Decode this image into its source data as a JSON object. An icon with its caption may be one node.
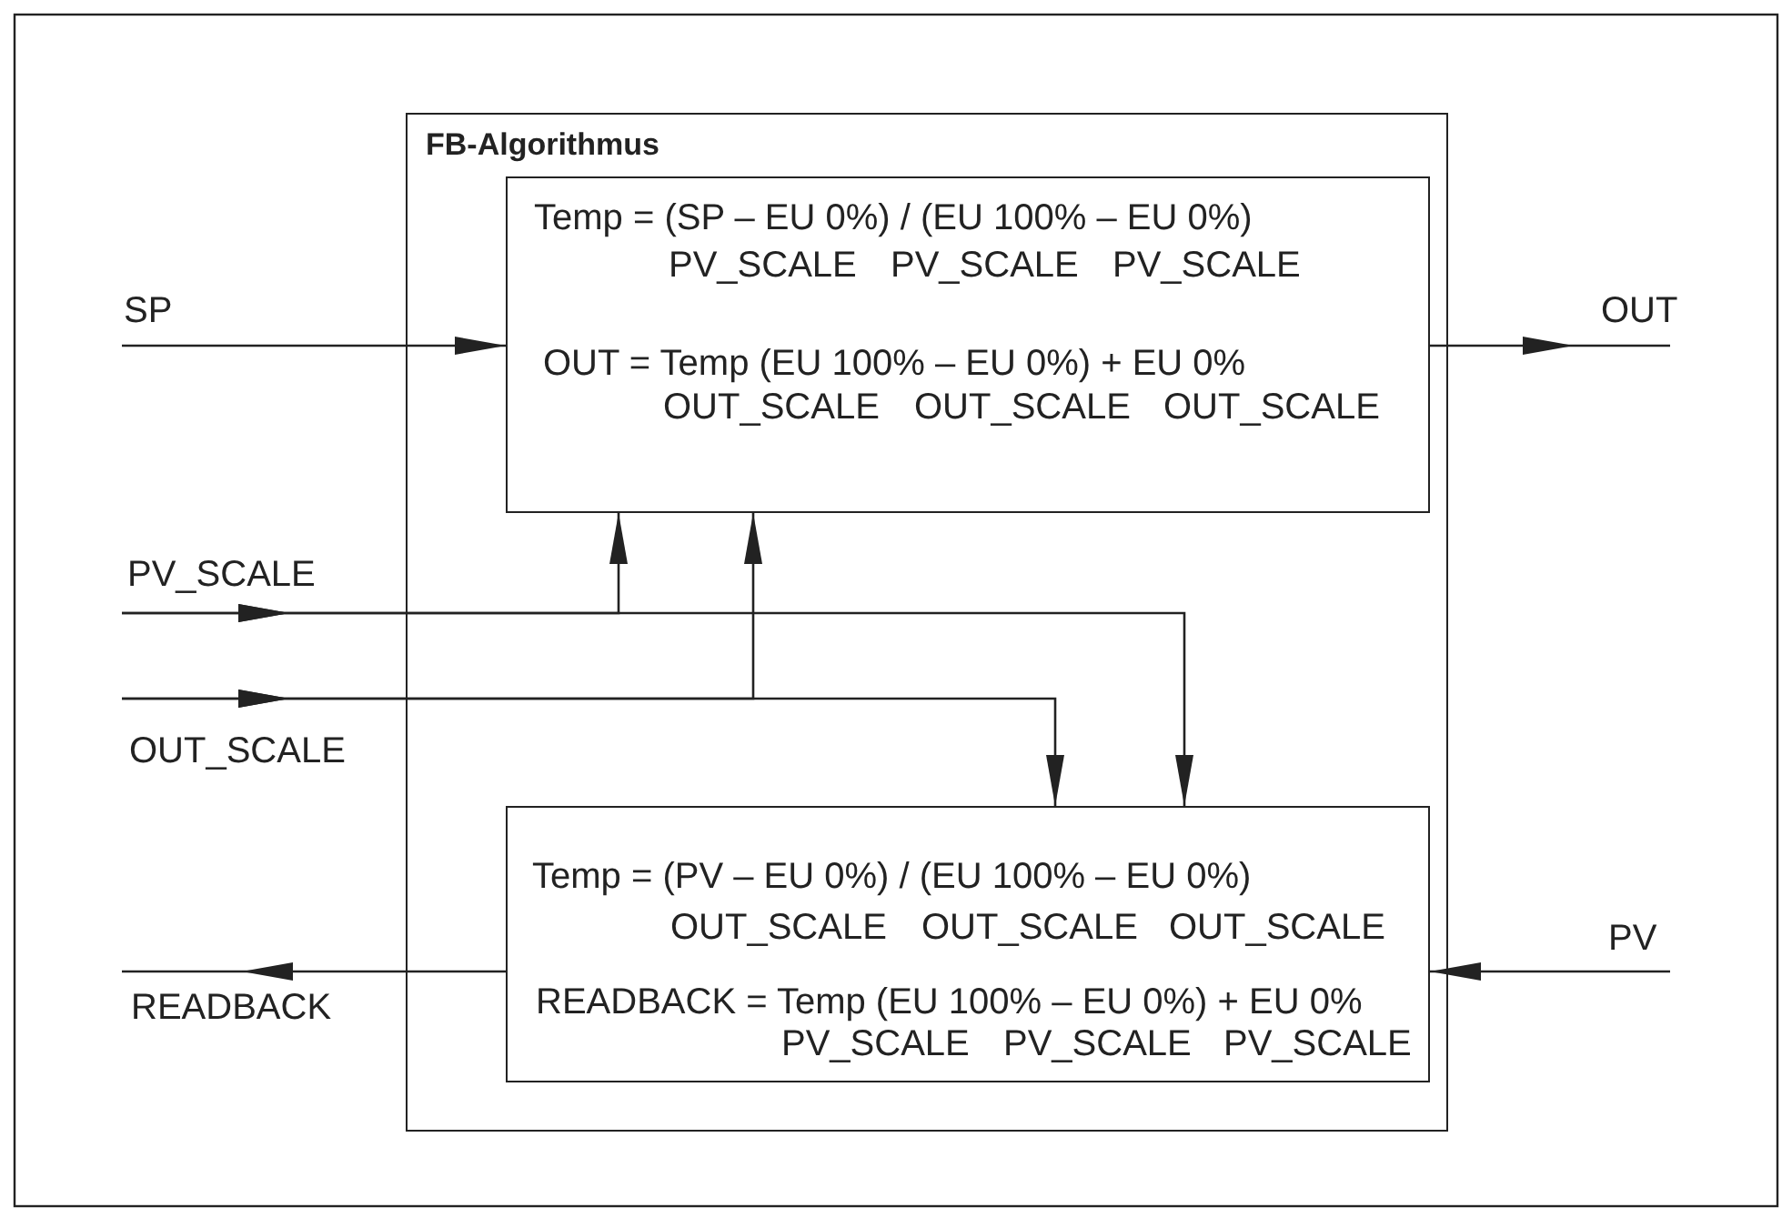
{
  "diagram": {
    "nodes": [
      {
        "text": [
          "FB-Algorithmus"
        ]
      },
      {
        "text": [
          "Temp = (SP – EU 0%) / (EU 100% – EU 0%)",
          "PV_SCALE",
          "PV_SCALE",
          "PV_SCALE",
          "OUT = Temp (EU 100% – EU 0%) + EU 0%",
          "OUT_SCALE",
          "OUT_SCALE",
          "OUT_SCALE"
        ],
        "in": 0
      },
      {
        "text": [
          "Temp = (PV – EU 0%) / (EU 100% – EU 0%)",
          "OUT_SCALE",
          "OUT_SCALE",
          "OUT_SCALE",
          "READBACK = Temp (EU 100% – EU 0%) + EU 0%",
          "PV_SCALE",
          "PV_SCALE",
          "PV_SCALE"
        ],
        "in": 0
      }
    ],
    "edges": [
      {
        "from": null,
        "to": 1,
        "arrow": "to",
        "label": "SP"
      },
      {
        "from": 1,
        "to": null,
        "arrow": "to",
        "label": "OUT"
      },
      {
        "from": null,
        "to": 1,
        "arrow": "to",
        "label": "PV_SCALE"
      },
      {
        "from": null,
        "to": 2,
        "arrow": "to"
      },
      {
        "from": null,
        "to": 1,
        "arrow": "to",
        "label": "OUT_SCALE"
      },
      {
        "from": null,
        "to": 2,
        "arrow": "to"
      },
      {
        "from": null,
        "to": 2,
        "arrow": "to",
        "label": "PV"
      },
      {
        "from": 2,
        "to": null,
        "arrow": "to",
        "label": "READBACK"
      }
    ]
  }
}
